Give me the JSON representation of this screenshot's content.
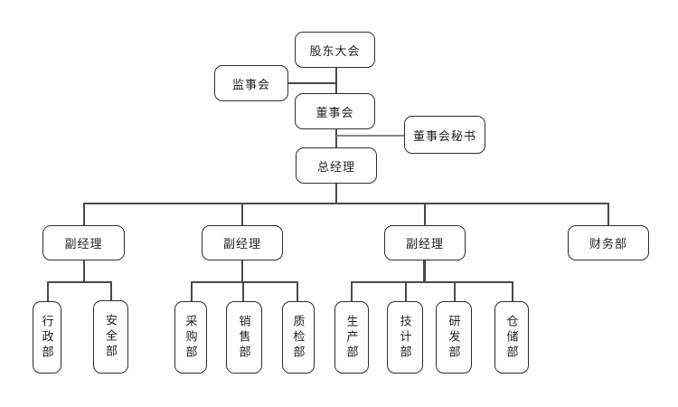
{
  "diagram": {
    "type": "org-chart",
    "background_color": "#ffffff",
    "box_border_color": "#2e2e2e",
    "line_color": "#4a4a4a",
    "secondary_line_color": "#848484",
    "nodes": {
      "shareholders_meeting": "股东大会",
      "supervisory_board": "监事会",
      "board_of_directors": "董事会",
      "board_secretary": "董事会秘书",
      "general_manager": "总经理",
      "deputy_manager_1": "副经理",
      "deputy_manager_2": "副经理",
      "deputy_manager_3": "副经理",
      "finance_dept": "财务部",
      "admin_dept": "行政部",
      "safety_dept": "安全部",
      "purchasing_dept": "采购部",
      "sales_dept": "销售部",
      "quality_dept": "质检部",
      "production_dept": "生产部",
      "technology_dept": "技计部",
      "rnd_dept": "研发部",
      "warehouse_dept": "仓储部"
    },
    "structure": {
      "top_chain": [
        "股东大会",
        "董事会",
        "总经理"
      ],
      "attached_to_chain": [
        "监事会",
        "董事会秘书"
      ],
      "under_general_manager": [
        "副经理",
        "副经理",
        "副经理",
        "财务部"
      ],
      "under_deputy_manager_1": [
        "行政部",
        "安全部"
      ],
      "under_deputy_manager_2": [
        "采购部",
        "销售部",
        "质检部"
      ],
      "under_deputy_manager_3": [
        "生产部",
        "技计部",
        "研发部",
        "仓储部"
      ]
    }
  }
}
